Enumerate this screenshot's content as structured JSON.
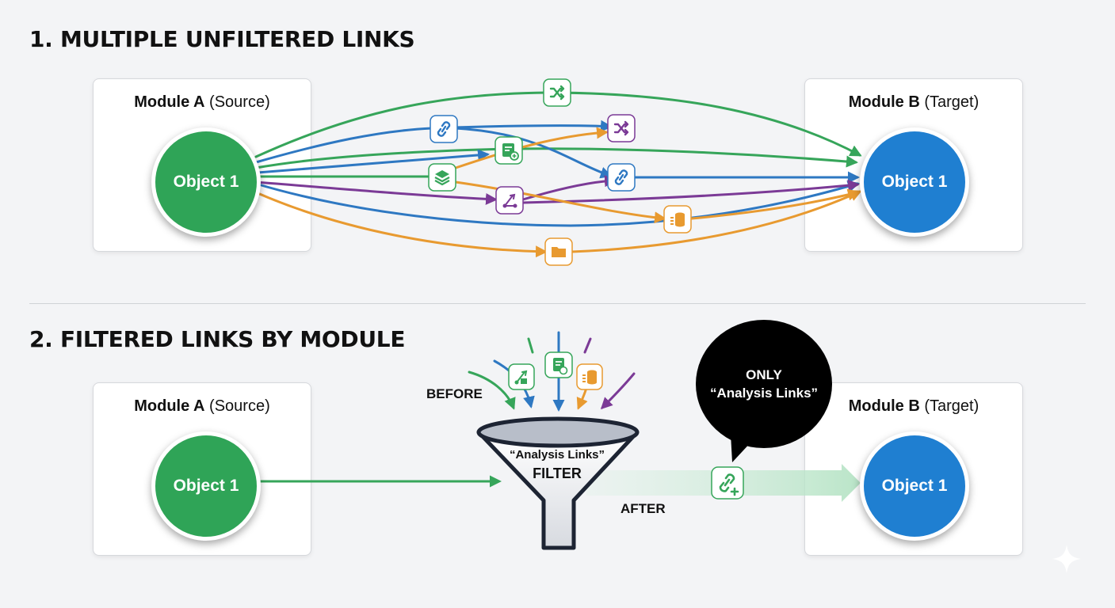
{
  "section1": {
    "title": "1. MULTIPLE UNFILTERED LINKS"
  },
  "section2": {
    "title": "2. FILTERED LINKS BY MODULE",
    "before_label": "BEFORE",
    "after_label": "AFTER",
    "filter_label_line1": "“Analysis Links”",
    "filter_label_line2": "FILTER",
    "bubble_line1": "ONLY",
    "bubble_line2": "“Analysis Links”"
  },
  "module_a": {
    "name": "Module A",
    "role": "(Source)",
    "object": "Object 1"
  },
  "module_b": {
    "name": "Module B",
    "role": "(Target)",
    "object": "Object 1"
  },
  "colors": {
    "green": "#36a55a",
    "blue": "#2e78c2",
    "purple": "#7b3a96",
    "orange": "#e89a30",
    "object_green": "#2fa457",
    "object_blue": "#1f7fd1"
  },
  "link_icons": {
    "top_row": [
      "shuffle-icon",
      "link-icon",
      "shuffle-icon",
      "document-add-icon",
      "layers-icon",
      "link-icon",
      "branch-icon",
      "database-icon",
      "folder-icon"
    ],
    "funnel_inputs": [
      "branch-icon",
      "document-icon",
      "database-icon"
    ],
    "filtered": "link-add-icon"
  }
}
